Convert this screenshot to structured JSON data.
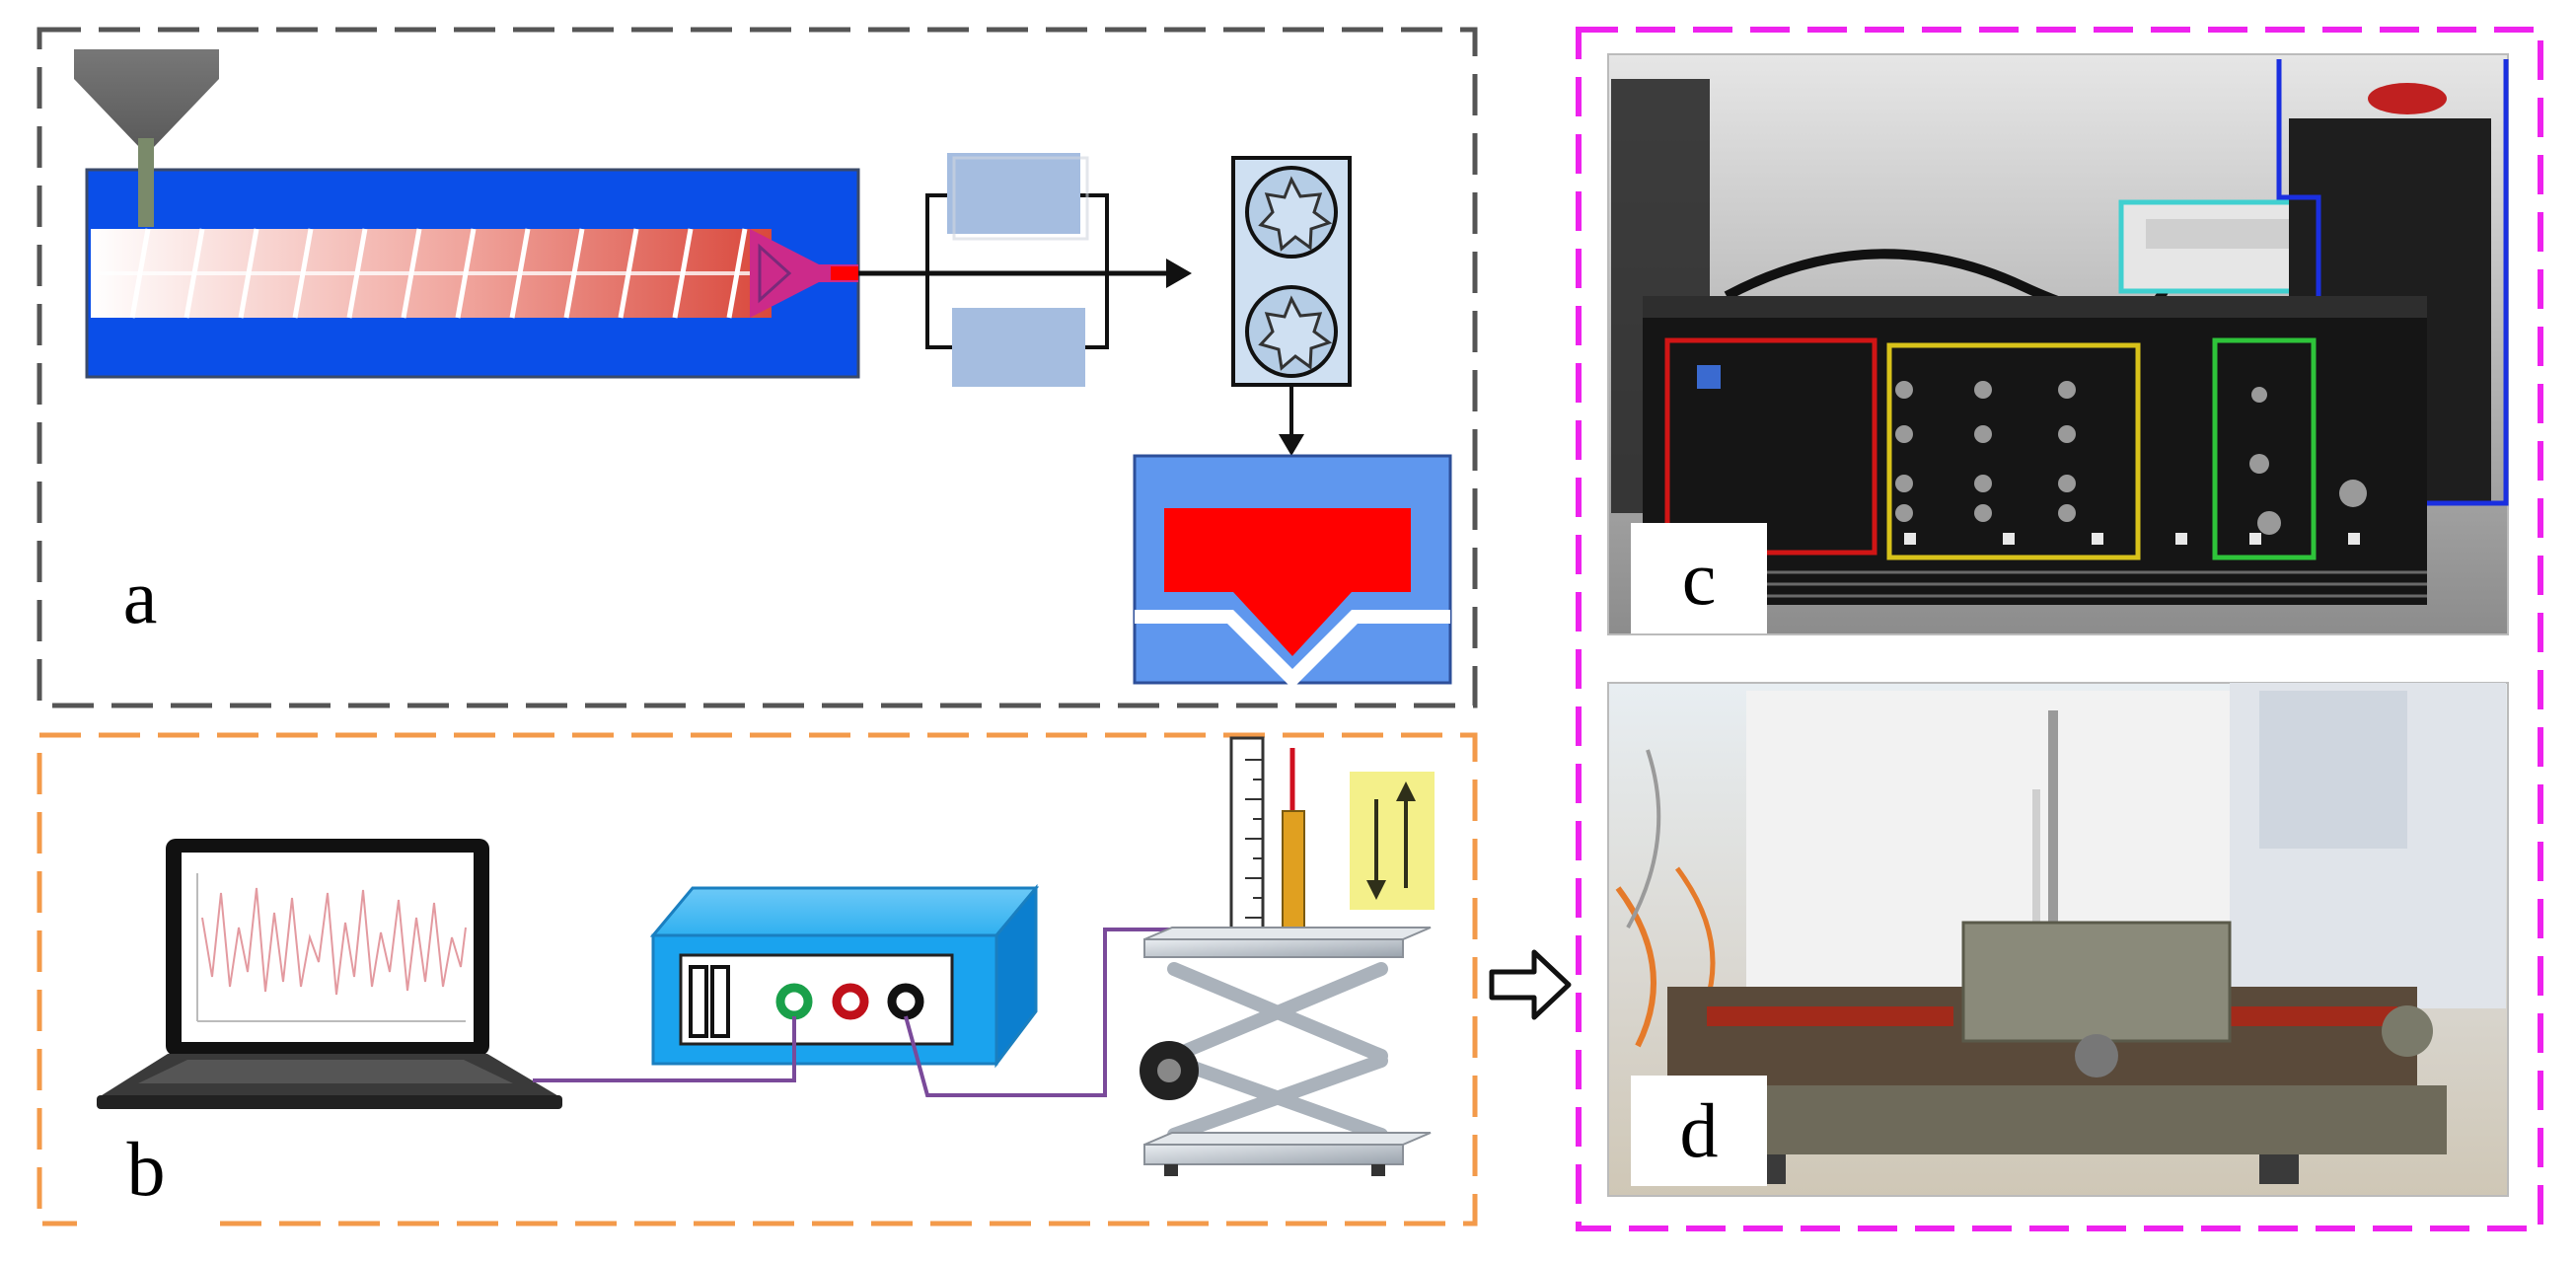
{
  "panels": {
    "a": {
      "label": "a"
    },
    "b": {
      "label": "b"
    },
    "c": {
      "label": "c"
    },
    "d": {
      "label": "d"
    }
  },
  "colors": {
    "panel_a_border": "#555555",
    "panel_b_border": "#f39a4a",
    "panels_cd_border": "#ee22ee",
    "barrel_blue": "#0a4ee8",
    "block_light_blue": "#a5bde0",
    "roller_fill": "#cfe0f2",
    "mold_blue": "#5f97ee",
    "melt_red": "#ff0000",
    "signal_box_blue": "#1aa3ee",
    "callout_yellow": "#f4f08a",
    "wire_purple": "#7a4a9a"
  },
  "icons": [
    "hopper-icon",
    "extruder-screw-icon",
    "gear-roller-icon",
    "mold-icon",
    "laptop-icon",
    "signal-box-icon",
    "lab-jack-icon",
    "ruler-icon",
    "up-down-arrows-icon",
    "right-arrow-icon"
  ]
}
